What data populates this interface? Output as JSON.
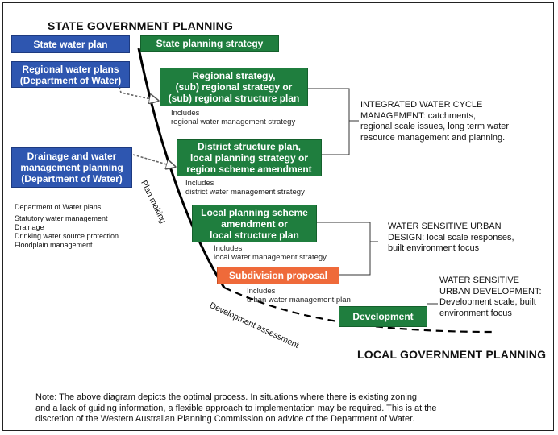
{
  "headings": {
    "state": "STATE  GOVERNMENT PLANNING",
    "local": "LOCAL GOVERNMENT PLANNING"
  },
  "blue_boxes": {
    "state_water_plan": "State water plan",
    "regional_water_plans": [
      "Regional water plans",
      "(Department of Water)"
    ],
    "drainage": [
      "Drainage and water",
      "management planning",
      "(Department of Water)"
    ]
  },
  "green_boxes": {
    "state_planning_strategy": "State planning strategy",
    "regional_strategy": [
      "Regional strategy,",
      "(sub) regional strategy or",
      "(sub) regional structure plan"
    ],
    "district_structure_plan": [
      "District structure plan,",
      "local planning strategy or",
      "region scheme amendment"
    ],
    "local_planning_scheme": [
      "Local planning scheme",
      "amendment or",
      "local structure plan"
    ],
    "development": "Development"
  },
  "orange_box": {
    "subdivision": "Subdivision proposal"
  },
  "includes": {
    "regional": [
      "Includes",
      "regional water management strategy"
    ],
    "district": [
      "Includes",
      "district water management strategy"
    ],
    "local": [
      "Includes",
      "local water management strategy"
    ],
    "urban": [
      "Includes",
      "urban water management plan"
    ]
  },
  "dow_plans": [
    "Department of Water plans:",
    "Statutory water management",
    "Drainage",
    "Drinking water source protection",
    "Floodplain management"
  ],
  "side_labels": {
    "iwcm": [
      "INTEGRATED WATER CYCLE",
      "MANAGEMENT: catchments,",
      "regional scale issues, long term water",
      "resource management and planning."
    ],
    "wsud": [
      "WATER SENSITIVE URBAN",
      "DESIGN:  local scale responses,",
      "built environment focus"
    ],
    "wsudev": [
      "WATER SENSITIVE",
      "URBAN DEVELOPMENT:",
      "Development scale, built",
      "environment focus"
    ]
  },
  "process_labels": {
    "plan_making": "Plan making",
    "development_assessment": "Development assessment"
  },
  "note": [
    "Note:  The above diagram depicts the optimal process.  In situations where there is existing zoning",
    "and a lack of guiding information, a flexible approach to implementation may be required. This is at the",
    "discretion of the Western Australian Planning Commission on advice of the Department of Water."
  ],
  "colors": {
    "blue": "#2e56b0",
    "green": "#1f7e3e",
    "orange": "#ef6a3a"
  }
}
